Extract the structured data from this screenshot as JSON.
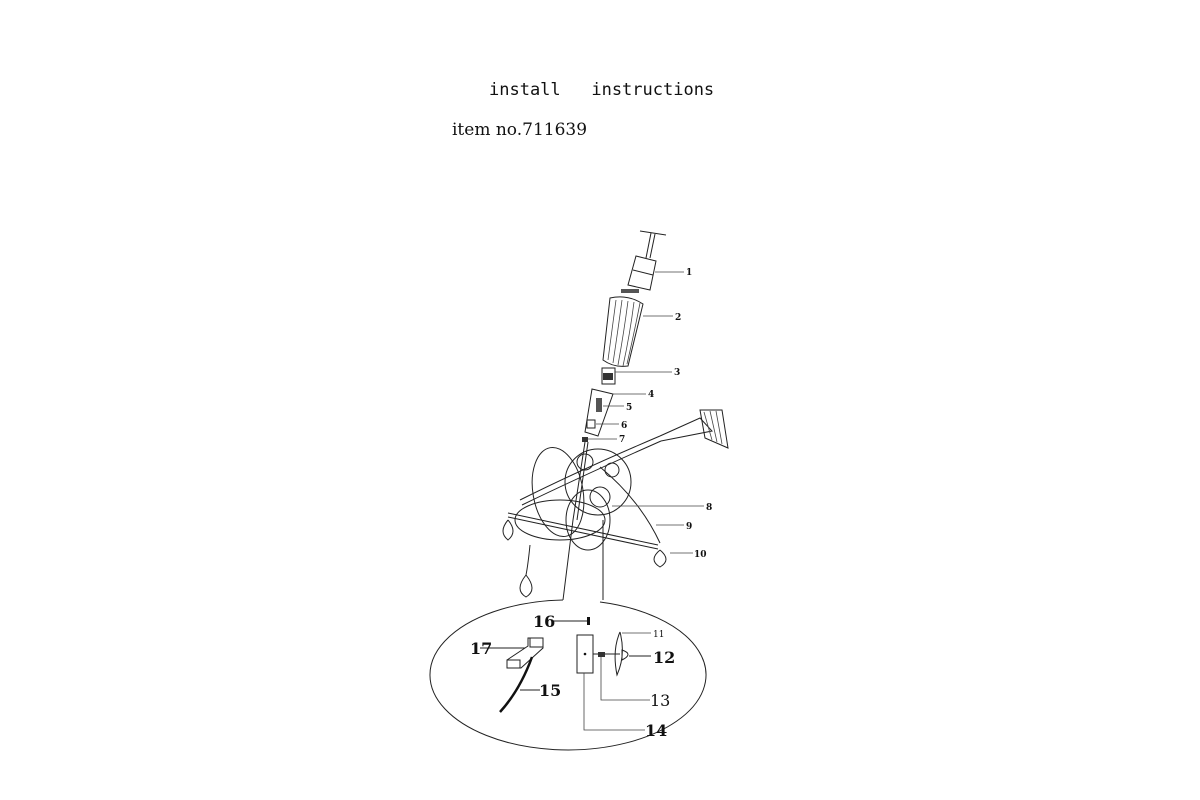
{
  "header": {
    "title": "install   instructions",
    "item_number": "item no.711639"
  },
  "diagram": {
    "labels": [
      "1",
      "2",
      "3",
      "4",
      "5",
      "6",
      "7",
      "8",
      "9",
      "10",
      "11",
      "12",
      "13",
      "14",
      "15",
      "16",
      "17"
    ]
  }
}
